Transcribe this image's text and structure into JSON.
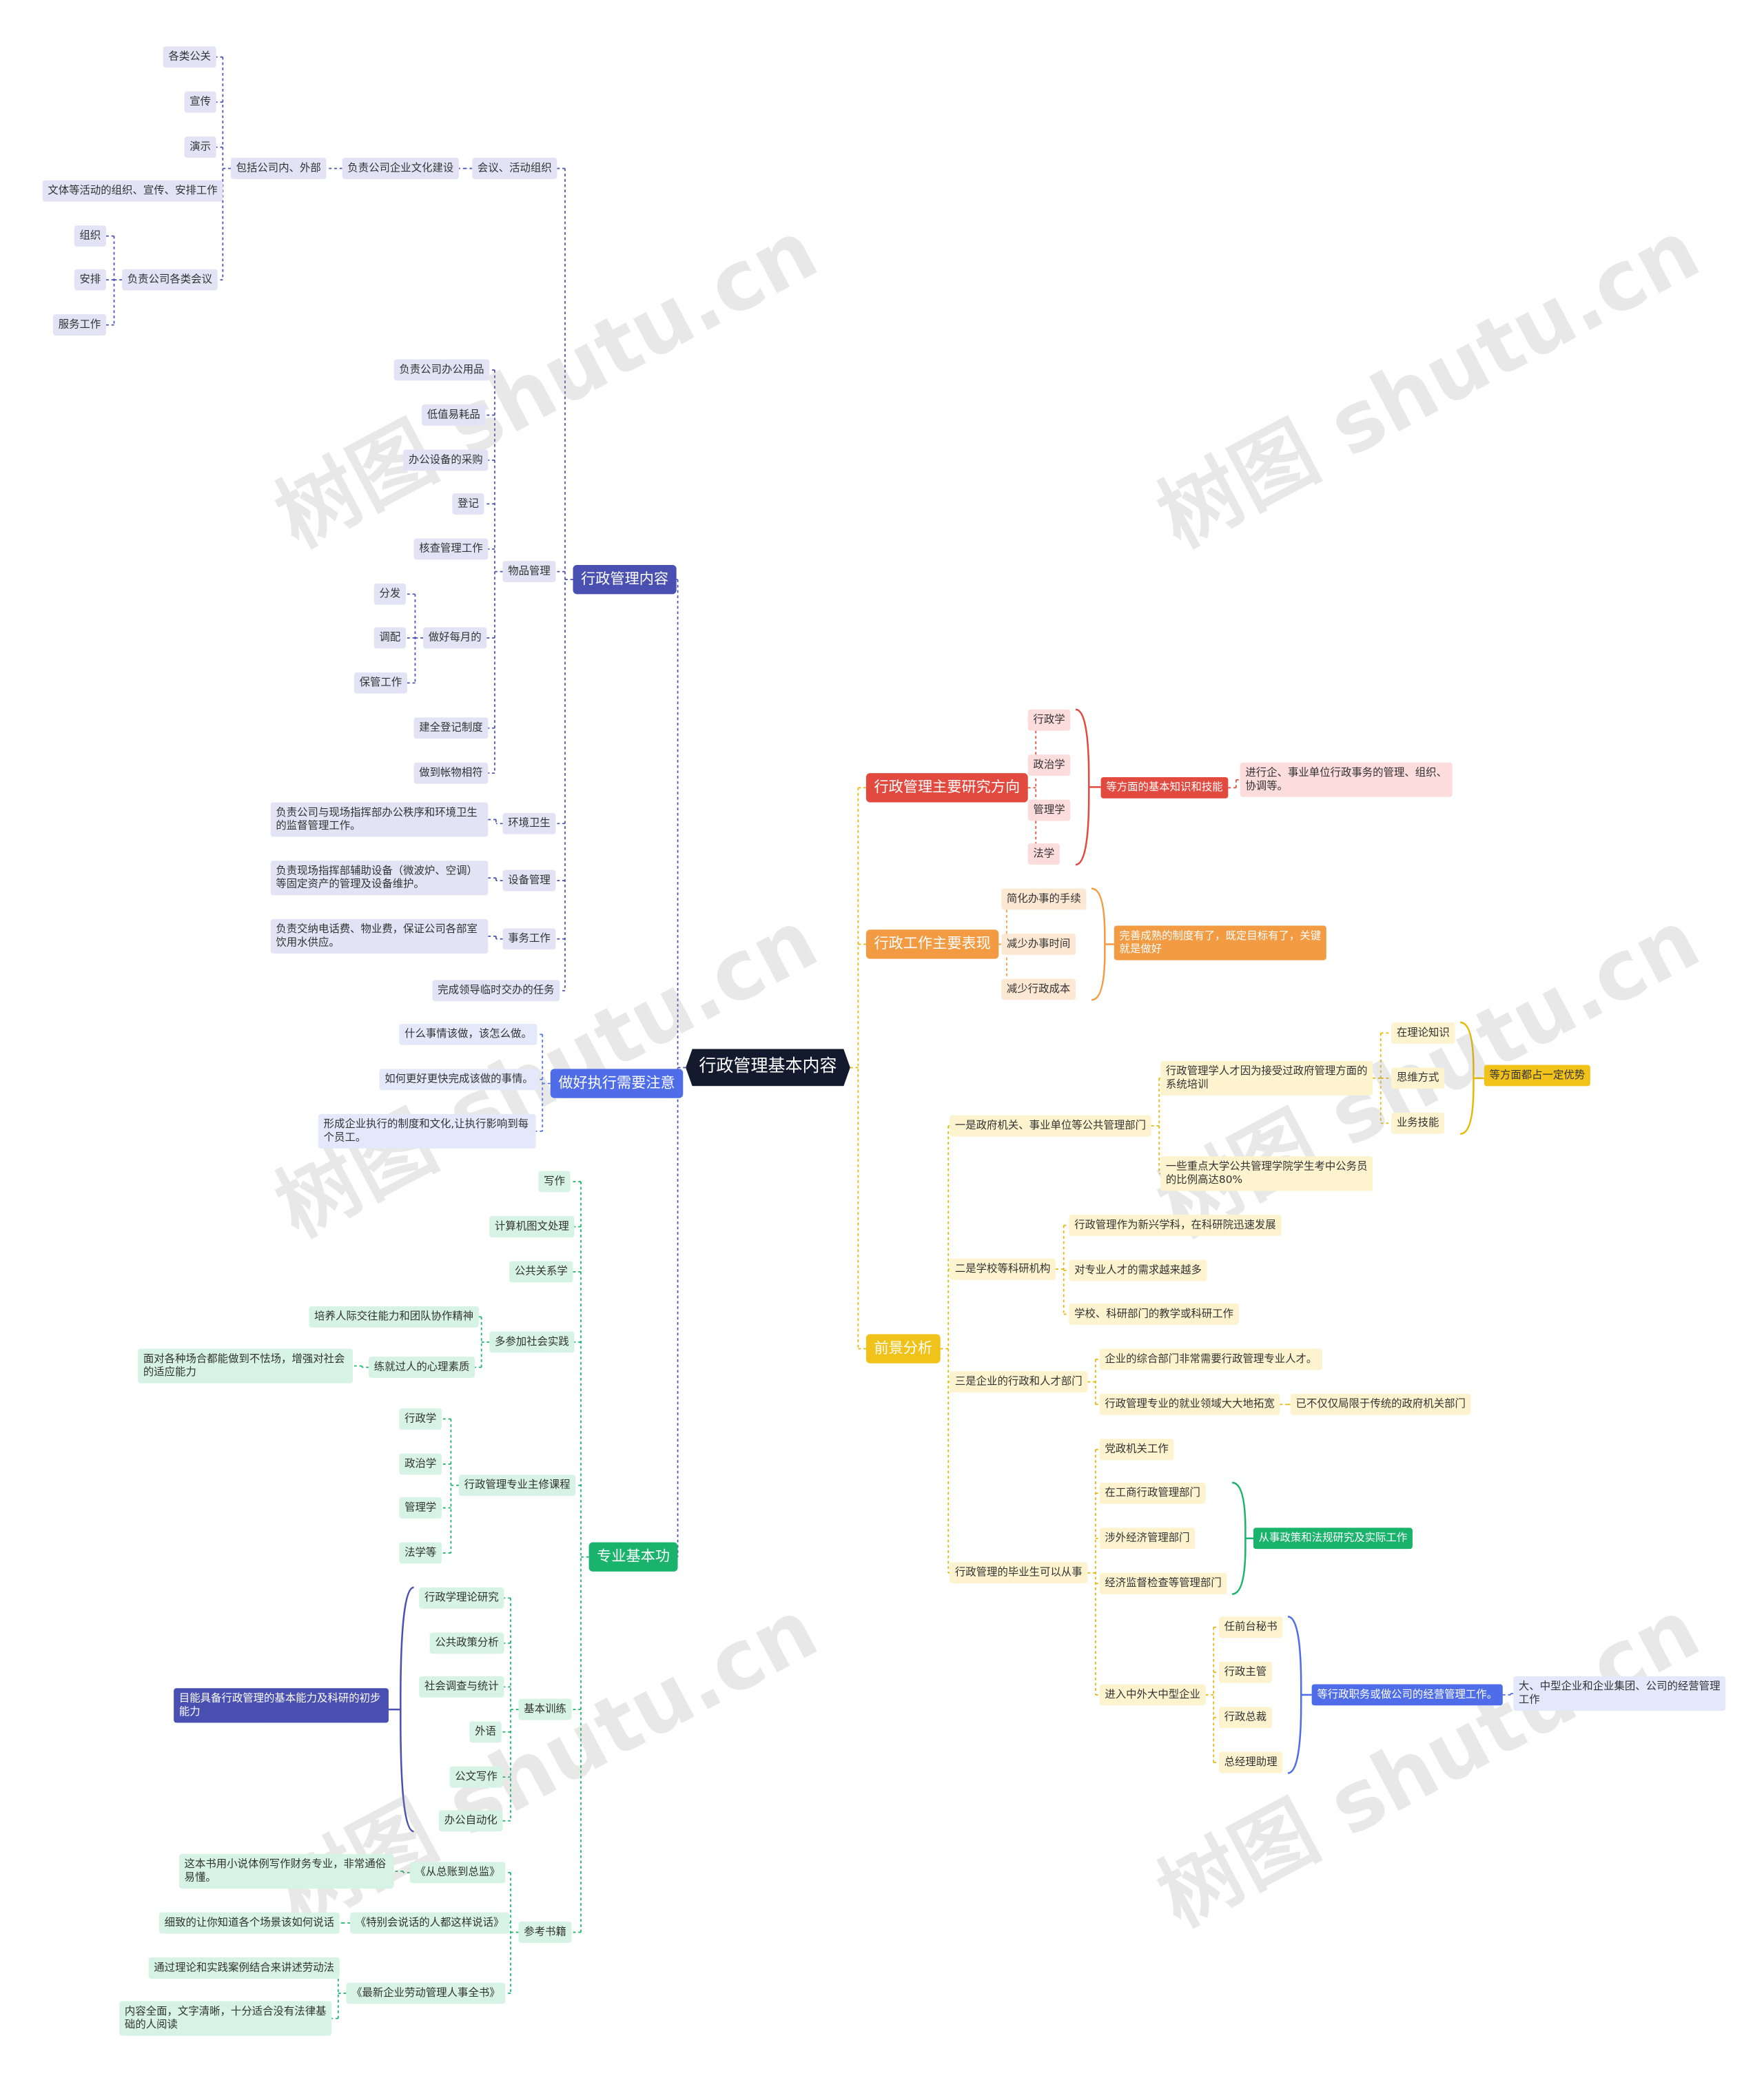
{
  "watermark": "树图 shutu.cn",
  "colors": {
    "purple_dark": "#4a4fb2",
    "purple_light": "#e4e3f6",
    "purple_line": "#4a4fb2",
    "blue": "#4f6de8",
    "blue_light": "#e3e9fb",
    "green": "#19b36b",
    "green_light": "#d6f3e5",
    "red": "#e24a3f",
    "red_light": "#fddcdc",
    "orange": "#f29b43",
    "orange_light": "#fde8d4",
    "yellow": "#f1c21a",
    "yellow_light": "#fdf3cf"
  },
  "root": "行政管理基本内容",
  "left": {
    "content": {
      "label": "行政管理内容",
      "meeting": {
        "label": "会议、活动组织",
        "culture": "负责公司企业文化建设",
        "inout": "包括公司内、外部",
        "inout_items": [
          "各类公关",
          "宣传",
          "演示",
          "文体等活动的组织、宣传、安排工作"
        ],
        "meetings": "负责公司各类会议",
        "meetings_items": [
          "组织",
          "安排",
          "服务工作"
        ]
      },
      "goods": {
        "label": "物品管理",
        "items": [
          "负责公司办公用品",
          "低值易耗品",
          "办公设备的采购",
          "登记",
          "核查管理工作",
          "做好每月的",
          "建全登记制度",
          "做到帐物相符"
        ],
        "monthly_items": [
          "分发",
          "调配",
          "保管工作"
        ]
      },
      "env": {
        "label": "环境卫生",
        "detail": "负责公司与现场指挥部办公秩序和环境卫生的监督管理工作。"
      },
      "equip": {
        "label": "设备管理",
        "detail": "负责现场指挥部辅助设备（微波炉、空调）等固定资产的管理及设备维护。"
      },
      "affairs": {
        "label": "事务工作",
        "detail": "负责交纳电话费、物业费，保证公司各部室饮用水供应。"
      },
      "temp": "完成领导临时交办的任务"
    },
    "execute": {
      "label": "做好执行需要注意",
      "items": [
        "什么事情该做，该怎么做。",
        "如何更好更快完成该做的事情。",
        "形成企业执行的制度和文化,让执行影响到每个员工。"
      ]
    },
    "basic": {
      "label": "专业基本功",
      "simple": [
        "写作",
        "计算机图文处理",
        "公共关系学"
      ],
      "practice": {
        "label": "多参加社会实践",
        "items": [
          "培养人际交往能力和团队协作精神",
          "练就过人的心理素质"
        ],
        "mental_detail": "面对各种场合都能做到不怯场，增强对社会的适应能力"
      },
      "courses": {
        "label": "行政管理专业主修课程",
        "items": [
          "行政学",
          "政治学",
          "管理学",
          "法学等"
        ]
      },
      "training": {
        "label": "基本训练",
        "items": [
          "行政学理论研究",
          "公共政策分析",
          "社会调查与统计",
          "外语",
          "公文写作",
          "办公自动化"
        ],
        "summary": "目能具备行政管理的基本能力及科研的初步能力"
      },
      "books": {
        "label": "参考书籍",
        "list": [
          {
            "title": "《从总账到总监》",
            "notes": [
              "这本书用小说体例写作财务专业，非常通俗易懂。"
            ]
          },
          {
            "title": "《特别会说话的人都这样说话》",
            "notes": [
              "细致的让你知道各个场景该如何说话"
            ]
          },
          {
            "title": "《最新企业劳动管理人事全书》",
            "notes": [
              "通过理论和实践案例结合来讲述劳动法",
              "内容全面，文字清晰，十分适合没有法律基础的人阅读"
            ]
          }
        ]
      }
    }
  },
  "right": {
    "research": {
      "label": "行政管理主要研究方向",
      "items": [
        "行政学",
        "政治学",
        "管理学",
        "法学"
      ],
      "summary": "等方面的基本知识和技能",
      "detail": "进行企、事业单位行政事务的管理、组织、协调等。"
    },
    "work": {
      "label": "行政工作主要表现",
      "items": [
        "简化办事的手续",
        "减少办事时间",
        "减少行政成本"
      ],
      "summary": "完善成熟的制度有了，既定目标有了，关键就是做好"
    },
    "prospect": {
      "label": "前景分析",
      "gov": {
        "label": "一是政府机关、事业单位等公共管理部门",
        "talent": "行政管理学人才因为接受过政府管理方面的系统培训",
        "talent_items": [
          "在理论知识",
          "思维方式",
          "业务技能"
        ],
        "advantage": "等方面都占一定优势",
        "ratio": "一些重点大学公共管理学院学生考中公务员的比例高达80%"
      },
      "school": {
        "label": "二是学校等科研机构",
        "items": [
          "行政管理作为新兴学科，在科研院迅速发展",
          "对专业人才的需求越来越多",
          "学校、科研部门的教学或科研工作"
        ]
      },
      "enterprise": {
        "label": "三是企业的行政和人才部门",
        "items": [
          "企业的综合部门非常需要行政管理专业人才。",
          "行政管理专业的就业领域大大地拓宽"
        ],
        "widen_detail": "已不仅仅局限于传统的政府机关部门"
      },
      "graduates": {
        "label": "行政管理的毕业生可以从事",
        "gov_items": [
          "党政机关工作",
          "在工商行政管理部门",
          "涉外经济管理部门",
          "经济监督检查等管理部门"
        ],
        "gov_summary": "从事政策和法规研究及实际工作",
        "big": "进入中外大中型企业",
        "big_items": [
          "任前台秘书",
          "行政主管",
          "行政总裁",
          "总经理助理"
        ],
        "big_summary": "等行政职务或做公司的经营管理工作。",
        "big_detail": "大、中型企业和企业集团、公司的经营管理工作"
      }
    }
  }
}
